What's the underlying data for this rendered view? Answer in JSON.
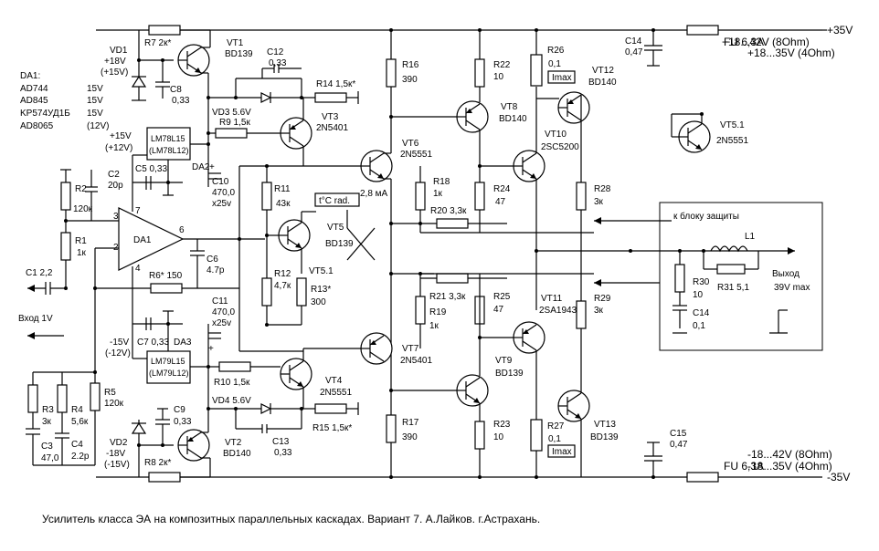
{
  "rails": {
    "pos": "+35V",
    "neg": "-35V"
  },
  "out_pos": [
    "+18...42V (8Ohm)",
    "+18...35V (4Ohm)"
  ],
  "out_neg": [
    "-18...42V (8Ohm)",
    "-18...35V (4Ohm)"
  ],
  "da1": {
    "title": "DA1:",
    "parts": [
      "AD744",
      "AD845",
      "KP574УД1Б",
      "AD8065"
    ],
    "volts": [
      "15V",
      "15V",
      "15V",
      "(12V)"
    ]
  },
  "supply": {
    "pos": [
      "+15V",
      "(+12V)"
    ],
    "neg": [
      "-15V",
      "(-12V)"
    ]
  },
  "regs": {
    "pos": [
      "LM78L15",
      "(LM78L12)"
    ],
    "neg": [
      "LM79L15",
      "(LM79L12)"
    ]
  },
  "labels": {
    "vd1": [
      "VD1",
      "+18V",
      "(+15V)"
    ],
    "vd2": [
      "VD2",
      "-18V",
      "(-15V)"
    ],
    "r7": "R7  2к*",
    "r8": "R8  2к*",
    "vt1": [
      "VT1",
      "BD139"
    ],
    "vt2": [
      "VT2",
      "BD140"
    ],
    "c8": [
      "C8",
      "0,33"
    ],
    "c9": [
      "C9",
      "0,33"
    ],
    "c12": [
      "C12",
      "0,33"
    ],
    "c13": [
      "C13",
      "0,33"
    ],
    "r14": "R14  1,5к*",
    "r15": "R15   1,5к*",
    "vd3": "VD3  5.6V",
    "vd4": "VD4  5.6V",
    "vt3": [
      "VT3",
      "2N5401"
    ],
    "vt4": [
      "VT4",
      "2N5551"
    ],
    "r9": "R9  1,5к",
    "r10": "R10  1,5к",
    "c5": "C5  0,33",
    "c7": "C7  0,33",
    "da2": "DA2",
    "da3": "DA3",
    "c10": [
      "C10",
      "470,0",
      "x25v"
    ],
    "c11": [
      "C11",
      "470,0",
      "x25v"
    ],
    "r2": [
      "R2",
      "120к"
    ],
    "c2": [
      "C2",
      "20p"
    ],
    "r1": [
      "R1",
      "1к"
    ],
    "c1": "C1  2,2",
    "opamp": "DA1",
    "pin3": "3",
    "pin2": "2",
    "pin7": "7",
    "pin4": "4",
    "pin6": "6",
    "c6": [
      "C6",
      "4.7p"
    ],
    "r6": "R6*  150",
    "input": "Вход  1V",
    "r3": [
      "R3",
      "3к"
    ],
    "r4": [
      "R4",
      "5,6к"
    ],
    "r5": [
      "R5",
      "120к"
    ],
    "c3": [
      "C3",
      "47,0"
    ],
    "c4": [
      "C4",
      "2.2p"
    ],
    "r11": [
      "R11",
      "43к"
    ],
    "vt5": [
      "VT5",
      "BD139"
    ],
    "temp": "t°C rad.",
    "r12": [
      "R12",
      "4,7к"
    ],
    "r13": [
      "R13*",
      "300"
    ],
    "vt51_in": "VT5.1",
    "r16": [
      "R16",
      "390"
    ],
    "r17": [
      "R17",
      "390"
    ],
    "vt6": [
      "VT6",
      "2N5551"
    ],
    "vt7": [
      "VT7",
      "2N5401"
    ],
    "i_ma": "2,8 мА",
    "r22": [
      "R22",
      "10"
    ],
    "r23": [
      "R23",
      "10"
    ],
    "vt8": [
      "VT8",
      "BD140"
    ],
    "vt9": [
      "VT9",
      "BD139"
    ],
    "r18": [
      "R18",
      "1к"
    ],
    "r19": [
      "R19",
      "1к"
    ],
    "r20": "R20  3,3к",
    "r21": "R21  3,3к",
    "r24": [
      "R24",
      "47"
    ],
    "r25": [
      "R25",
      "47"
    ],
    "r26": [
      "R26",
      "0,1"
    ],
    "r27": [
      "R27",
      "0,1"
    ],
    "imax": "Imax",
    "vt10": [
      "VT10",
      "2SC5200"
    ],
    "vt11": [
      "VT11",
      "2SA1943"
    ],
    "vt12": [
      "VT12",
      "BD140"
    ],
    "vt13": [
      "VT13",
      "BD139"
    ],
    "r28": [
      "R28",
      "3к"
    ],
    "r29": [
      "R29",
      "3к"
    ],
    "c14": [
      "C14",
      "0,47"
    ],
    "c15": [
      "C15",
      "0,47"
    ],
    "fu": "FU 6,3A",
    "vt51": [
      "VT5.1",
      "2N5551"
    ],
    "protect": "к блоку защиты",
    "r30": [
      "R30",
      "10"
    ],
    "c14b": [
      "C14",
      "0,1"
    ],
    "l1": "L1",
    "r31": "R31  5,1",
    "output": [
      "Выход",
      "39V max"
    ]
  },
  "caption": "Усилитель класса ЭА на композитных параллельных каскадах. Вариант 7.      А.Лайков. г.Астрахань."
}
